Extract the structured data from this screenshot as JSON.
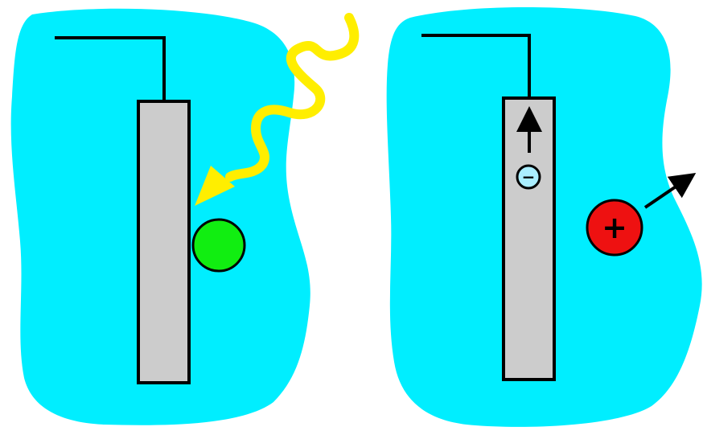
{
  "colors": {
    "background": "#ffffff",
    "solution": "#00eeff",
    "electrode_fill": "#cccccc",
    "outline": "#000000",
    "light": "#ffee00",
    "molecule": "#11ee11",
    "electron": "#aaeeff",
    "cation": "#ee1111"
  },
  "left_panel": {
    "solution_name": "solution-region",
    "electrode_name": "electrode",
    "light_name": "light-ray",
    "molecule_name": "dye-molecule"
  },
  "right_panel": {
    "solution_name": "solution-region",
    "electrode_name": "electrode",
    "electron": {
      "symbol": "−",
      "direction": "up-arrow"
    },
    "cation": {
      "symbol": "+",
      "direction": "up-right-arrow"
    }
  }
}
